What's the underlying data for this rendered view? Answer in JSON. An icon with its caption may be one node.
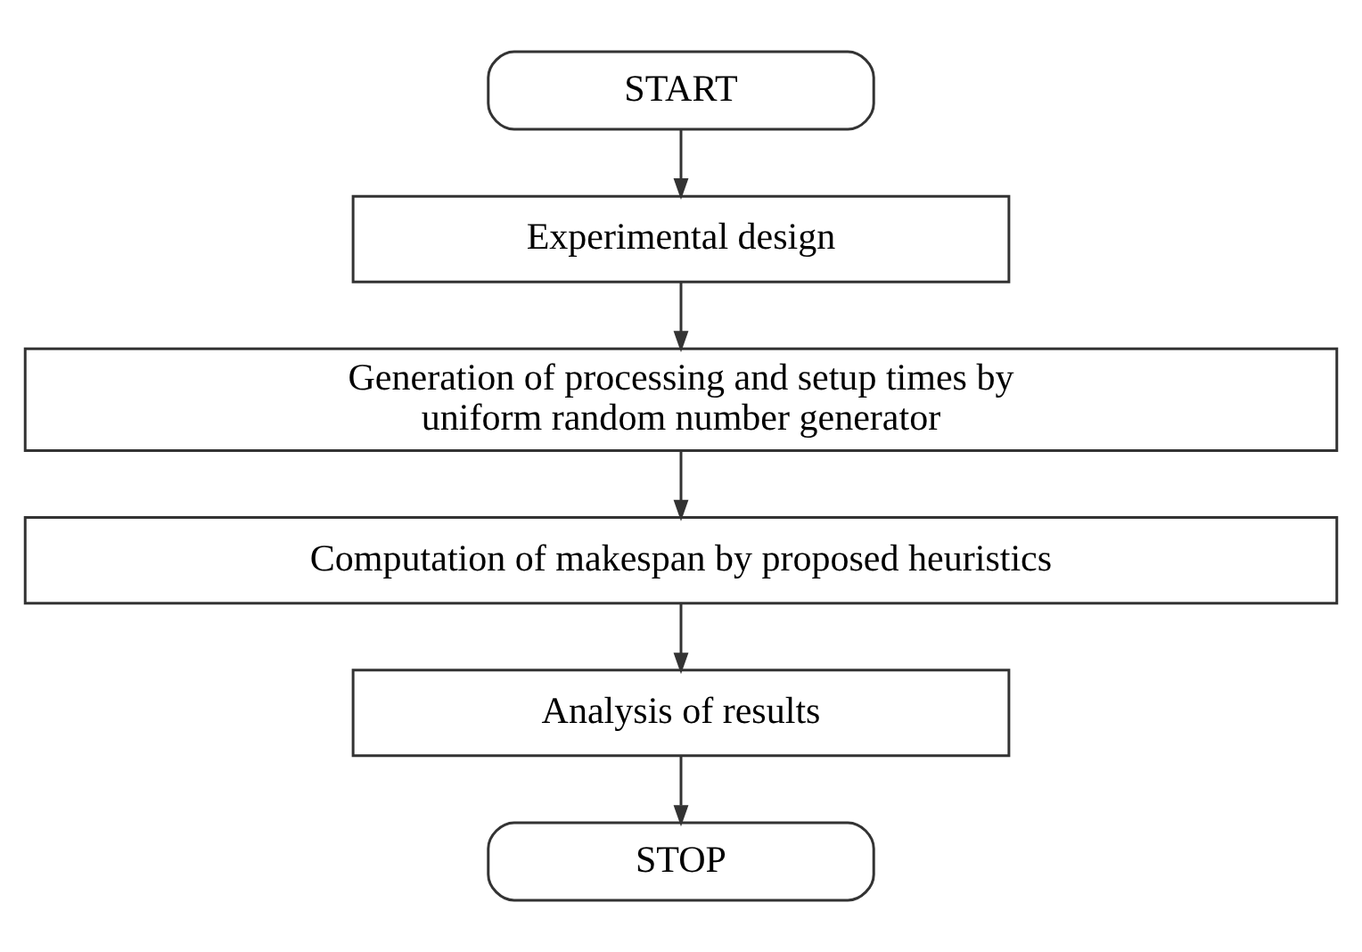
{
  "diagram": {
    "nodes": [
      {
        "text": [
          "START"
        ]
      },
      {
        "text": [
          "Experimental design"
        ]
      },
      {
        "text": [
          "Generation of processing and setup times by uniform random number generator"
        ]
      },
      {
        "text": [
          "Computation of makespan by proposed heuristics"
        ]
      },
      {
        "text": [
          "Analysis of results"
        ]
      },
      {
        "text": [
          "STOP"
        ]
      }
    ],
    "edges": [
      {
        "from": 0,
        "to": 1,
        "arrow": "to"
      },
      {
        "from": 1,
        "to": 2,
        "arrow": "to"
      },
      {
        "from": 2,
        "to": 3,
        "arrow": "to"
      },
      {
        "from": 3,
        "to": 4,
        "arrow": "to"
      },
      {
        "from": 4,
        "to": 5,
        "arrow": "to"
      }
    ]
  }
}
